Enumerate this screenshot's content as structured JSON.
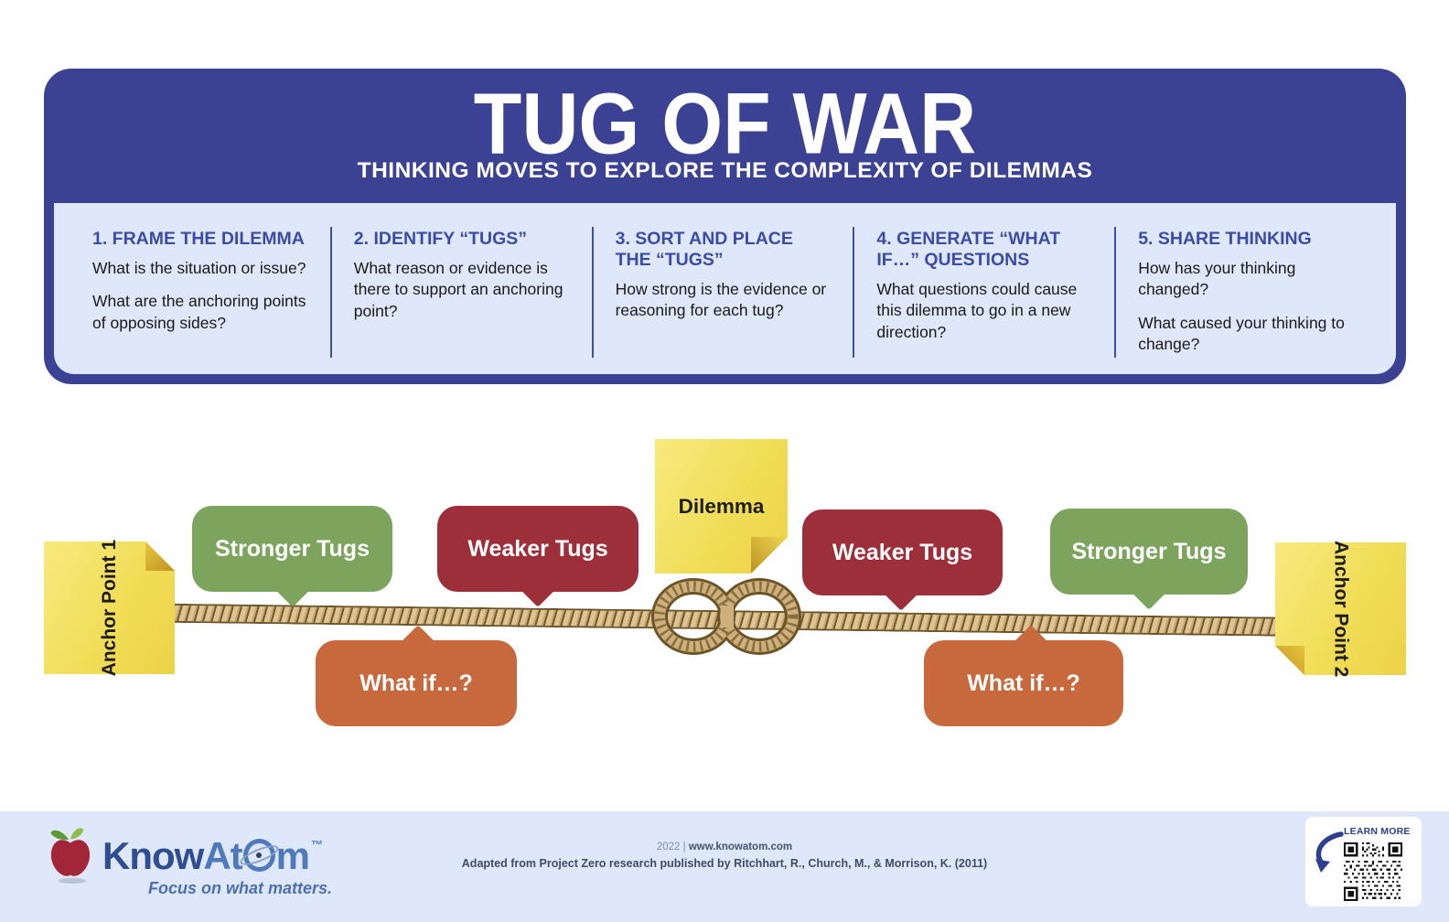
{
  "header": {
    "title": "TUG OF WAR",
    "subtitle": "THINKING MOVES TO EXPLORE THE COMPLEXITY OF DILEMMAS",
    "steps": [
      {
        "heading": "1. FRAME THE DILEMMA",
        "lines": [
          "What is the situation or issue?",
          "What are the anchoring points of opposing sides?"
        ]
      },
      {
        "heading": "2. IDENTIFY “TUGS”",
        "lines": [
          "What reason or evidence is there to support an anchoring point?"
        ]
      },
      {
        "heading": "3. SORT AND PLACE THE “TUGS”",
        "lines": [
          "How strong is the evidence or reasoning for each tug?"
        ]
      },
      {
        "heading": "4. GENERATE “WHAT IF…” QUESTIONS",
        "lines": [
          "What questions could cause this dilemma to go in a new direction?"
        ]
      },
      {
        "heading": "5. SHARE THINKING",
        "lines": [
          "How has your thinking changed?",
          "What caused your thinking to change?"
        ]
      }
    ]
  },
  "diagram": {
    "anchor1": "Anchor Point 1",
    "anchor2": "Anchor Point 2",
    "dilemma": "Dilemma",
    "stronger": "Stronger Tugs",
    "weaker": "Weaker Tugs",
    "whatif": "What if…?"
  },
  "footer": {
    "year": "2022 |",
    "site": "www.knowatom.com",
    "attribution": "Adapted from Project Zero research published by Ritchhart, R., Church, M., & Morrison, K. (2011)",
    "learn_more": "LEARN MORE",
    "logo": {
      "know": "Know",
      "at": "At",
      "m": "m",
      "tm": "™",
      "tagline": "Focus on what matters."
    }
  },
  "colors": {
    "header_blue": "#3b4294",
    "panel_light_blue": "#dfe8fa",
    "heading_text_blue": "#3b4ba6",
    "green_bubble": "#7ca45d",
    "red_bubble": "#9d2f3a",
    "orange_bubble": "#c8693d",
    "sticky_yellow": "#f1dd57",
    "rope_tan": "#c8a871",
    "logo_blue_dark": "#2f4e92",
    "logo_blue_light": "#4e79bd"
  }
}
